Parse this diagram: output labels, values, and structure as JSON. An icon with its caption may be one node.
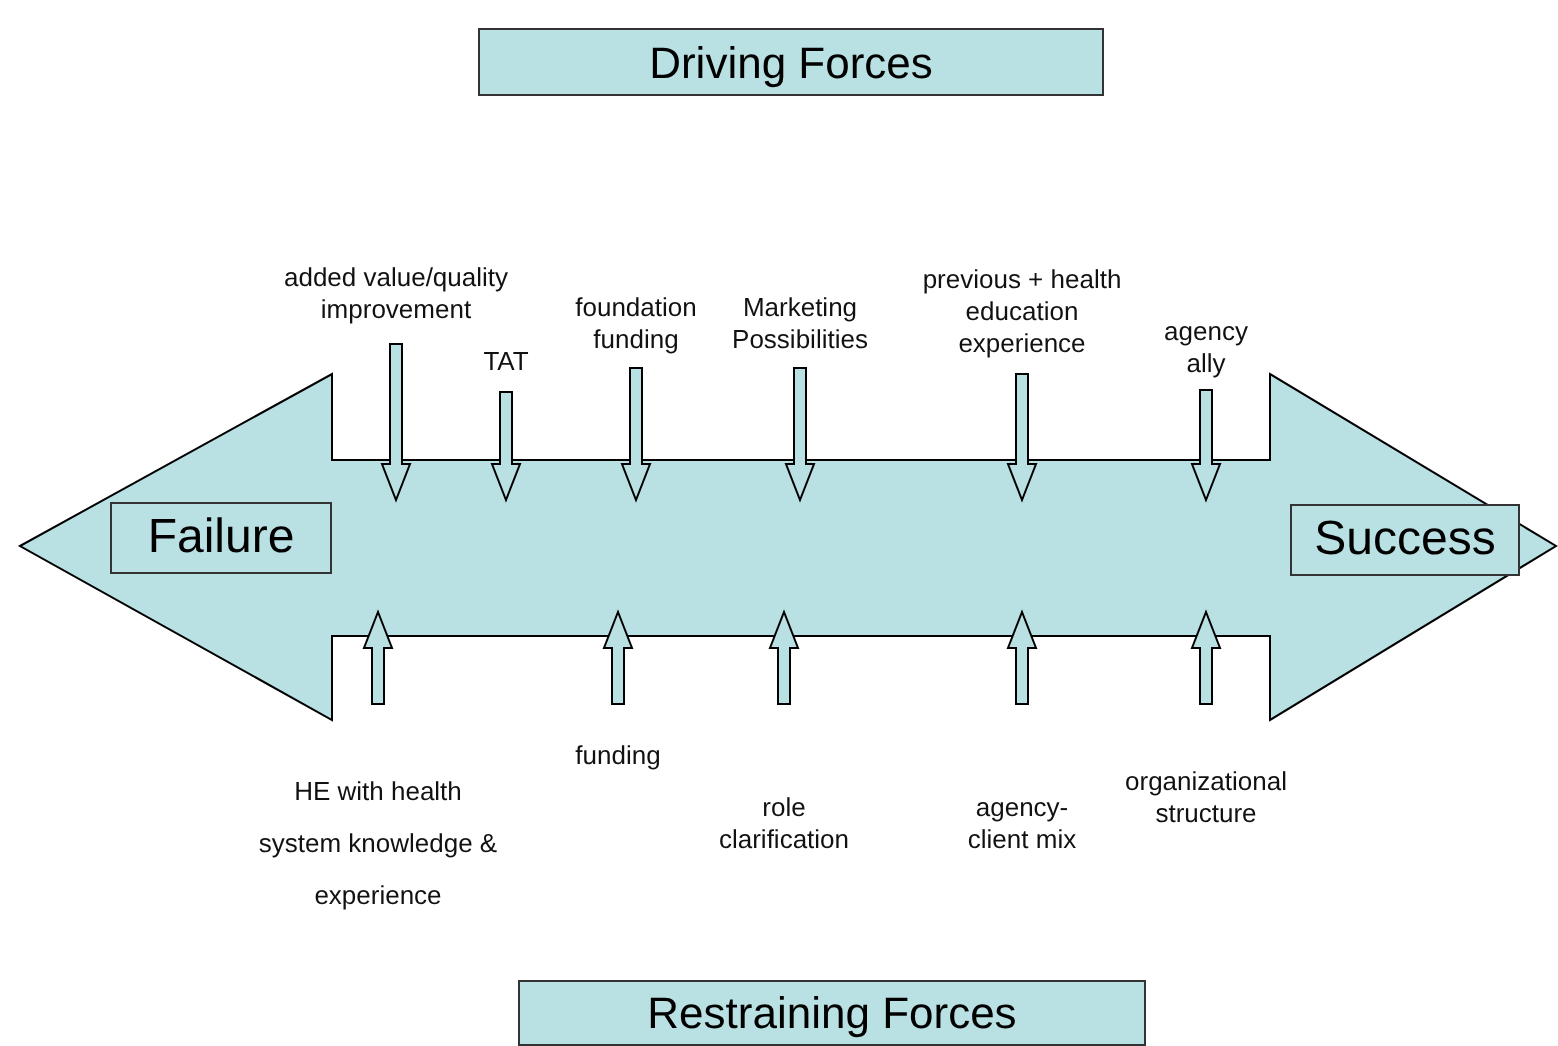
{
  "diagram": {
    "nodes": [
      {
        "text": [
          "Driving Forces"
        ]
      },
      {
        "text": [
          "Restraining Forces"
        ]
      },
      {
        "text": [],
        "shape": "arrow"
      },
      {
        "text": [
          "Failure"
        ],
        "in": 2
      },
      {
        "text": [
          "Success"
        ],
        "in": 2
      },
      {
        "text": [
          "added value/quality improvement"
        ]
      },
      {
        "text": [
          "TAT"
        ]
      },
      {
        "text": [
          "foundation funding"
        ]
      },
      {
        "text": [
          "Marketing Possibilities"
        ]
      },
      {
        "text": [
          "previous + health education experience"
        ]
      },
      {
        "text": [
          "agency ally"
        ]
      },
      {
        "text": [
          "HE with health system knowledge & experience"
        ]
      },
      {
        "text": [
          "funding"
        ]
      },
      {
        "text": [
          "role clarification"
        ]
      },
      {
        "text": [
          "agency- client mix"
        ]
      },
      {
        "text": [
          "organizational structure"
        ]
      }
    ],
    "edges": [
      {
        "from": 5,
        "to": 2,
        "arrow": "to"
      },
      {
        "from": 6,
        "to": 2,
        "arrow": "to"
      },
      {
        "from": 7,
        "to": 2,
        "arrow": "to"
      },
      {
        "from": 8,
        "to": 2,
        "arrow": "to"
      },
      {
        "from": 9,
        "to": 2,
        "arrow": "to"
      },
      {
        "from": 10,
        "to": 2,
        "arrow": "to"
      },
      {
        "from": 11,
        "to": 2,
        "arrow": "to"
      },
      {
        "from": 12,
        "to": 2,
        "arrow": "to"
      },
      {
        "from": 13,
        "to": 2,
        "arrow": "to"
      },
      {
        "from": 14,
        "to": 2,
        "arrow": "to"
      },
      {
        "from": 15,
        "to": 2,
        "arrow": "to"
      }
    ]
  }
}
